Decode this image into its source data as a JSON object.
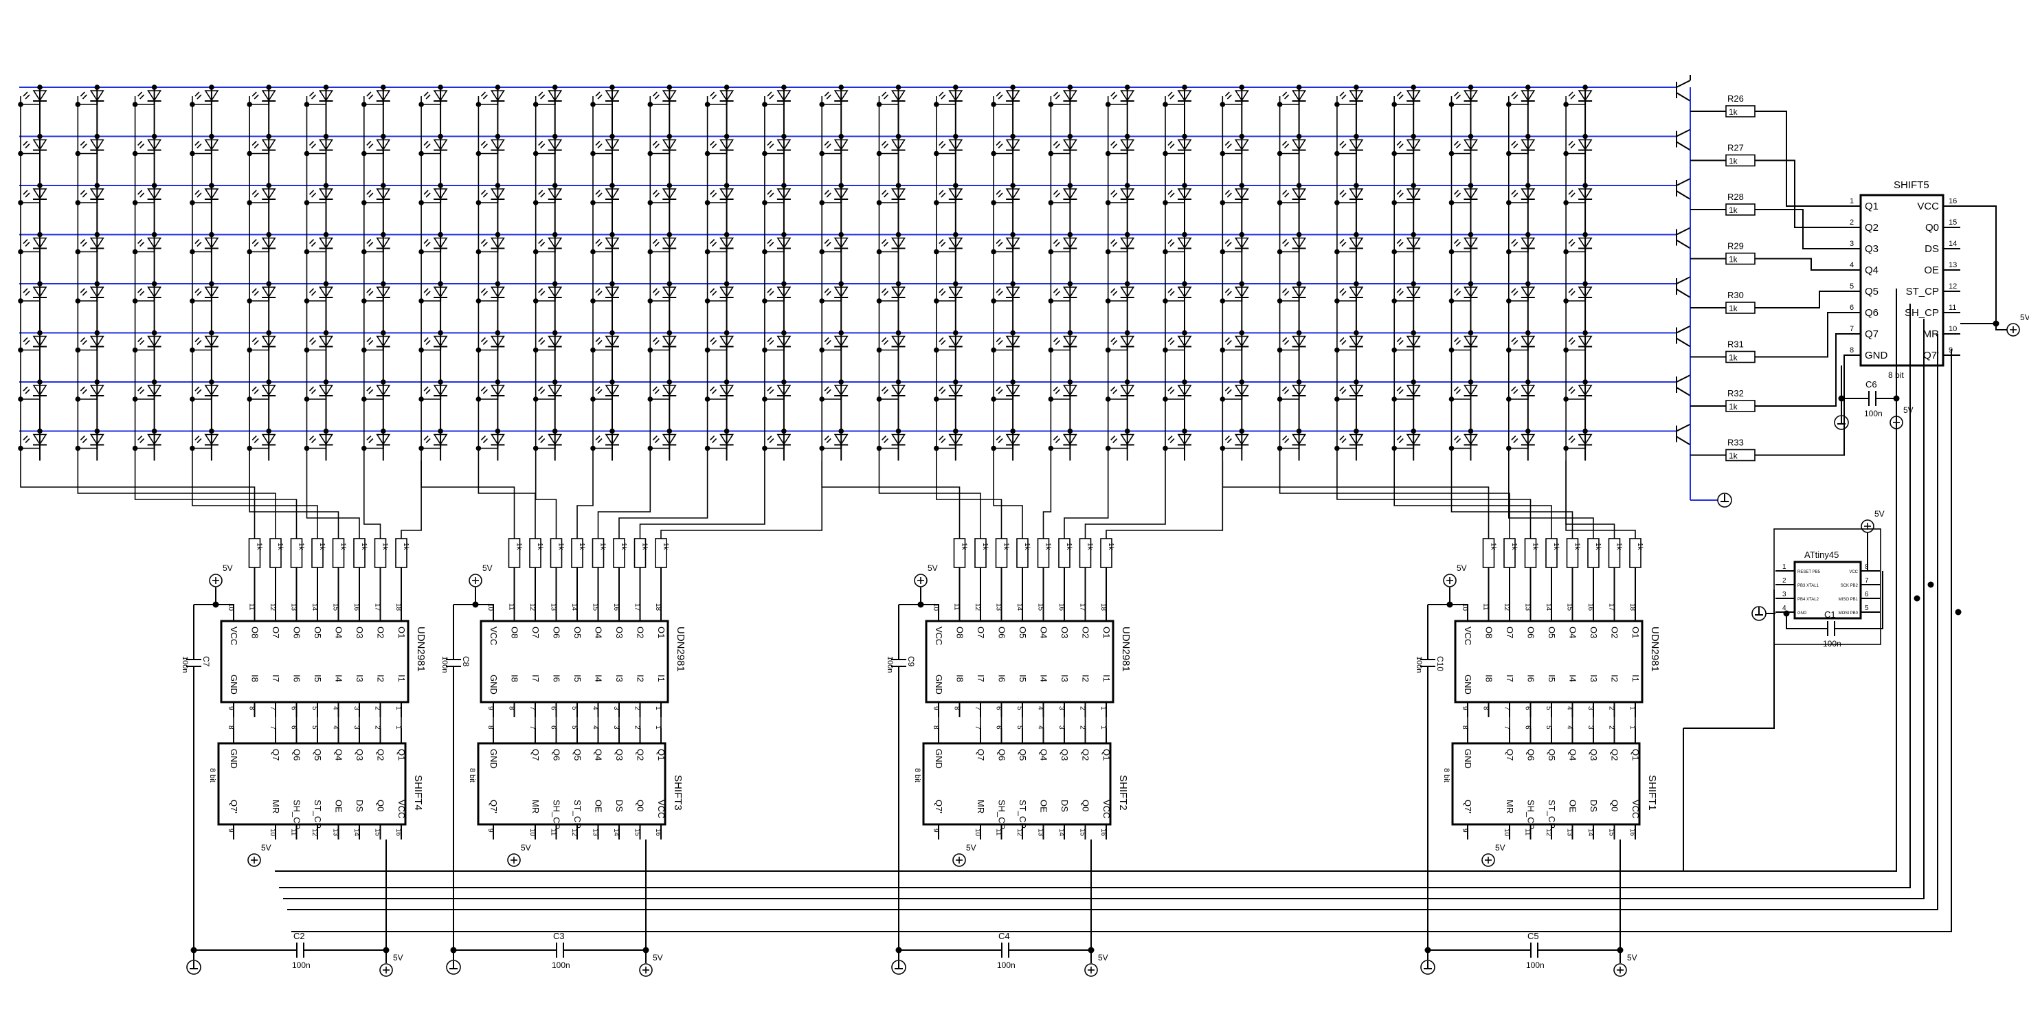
{
  "shift_registers": [
    {
      "name": "SHIFT1",
      "bits": "8 bit"
    },
    {
      "name": "SHIFT2",
      "bits": "8 bit"
    },
    {
      "name": "SHIFT3",
      "bits": "8 bit"
    },
    {
      "name": "SHIFT4",
      "bits": "8 bit"
    },
    {
      "name": "SHIFT5",
      "bits": "8 bit"
    }
  ],
  "shift_pins_left": [
    "Q1",
    "Q2",
    "Q3",
    "Q4",
    "Q5",
    "Q6",
    "Q7",
    "GND"
  ],
  "shift_pins_right": [
    "VCC",
    "Q0",
    "DS",
    "OE",
    "ST_CP",
    "SH_CP",
    "MR",
    "Q7'"
  ],
  "shift_pin_numbers_left": [
    "1",
    "2",
    "3",
    "4",
    "5",
    "6",
    "7",
    "8"
  ],
  "shift_pin_numbers_right": [
    "16",
    "15",
    "14",
    "13",
    "12",
    "11",
    "10",
    "9"
  ],
  "drivers": [
    {
      "name": "UDN2981"
    },
    {
      "name": "UDN2981"
    },
    {
      "name": "UDN2981"
    },
    {
      "name": "UDN2981"
    }
  ],
  "udn_pins_top": [
    "VCC",
    "O8",
    "O7",
    "O6",
    "O5",
    "O4",
    "O3",
    "O2",
    "O1"
  ],
  "udn_pins_bottom": [
    "GND",
    "I8",
    "I7",
    "I6",
    "I5",
    "I4",
    "I3",
    "I2",
    "I1"
  ],
  "udn_numbers_top": [
    "10",
    "11",
    "12",
    "13",
    "14",
    "15",
    "16",
    "17",
    "18"
  ],
  "udn_numbers_bottom": [
    "9",
    "8",
    "7",
    "6",
    "5",
    "4",
    "3",
    "2",
    "1"
  ],
  "row_resistors": [
    {
      "ref": "R26",
      "value": "1k"
    },
    {
      "ref": "R27",
      "value": "1k"
    },
    {
      "ref": "R28",
      "value": "1k"
    },
    {
      "ref": "R29",
      "value": "1k"
    },
    {
      "ref": "R30",
      "value": "1k"
    },
    {
      "ref": "R31",
      "value": "1k"
    },
    {
      "ref": "R32",
      "value": "1k"
    },
    {
      "ref": "R33",
      "value": "1k"
    }
  ],
  "capacitors": [
    {
      "ref": "C1",
      "value": "100n"
    },
    {
      "ref": "C2",
      "value": "100n"
    },
    {
      "ref": "C3",
      "value": "100n"
    },
    {
      "ref": "C4",
      "value": "100n"
    },
    {
      "ref": "C5",
      "value": "100n"
    },
    {
      "ref": "C6",
      "value": "100n"
    },
    {
      "ref": "C7",
      "value": "100n"
    },
    {
      "ref": "C8",
      "value": "100n"
    },
    {
      "ref": "C9",
      "value": "100n"
    },
    {
      "ref": "C10",
      "value": "100n"
    }
  ],
  "mcu": {
    "name": "ATtiny45",
    "pins_left": [
      "RESET PB5",
      "PB3 XTAL1",
      "PB4 XTAL2",
      "GND"
    ],
    "pins_right": [
      "VCC",
      "SCK PB2",
      "MISO PB1",
      "MOSI PB0"
    ],
    "numbers_left": [
      "1",
      "2",
      "3",
      "4"
    ],
    "numbers_right": [
      "8",
      "7",
      "6",
      "5"
    ]
  },
  "supply_label": "5V",
  "column_resistor_value": "1k",
  "led_matrix": {
    "columns": 28,
    "rows": 8
  },
  "colors": {
    "wire": "#000000",
    "row_bus": "#2030e0"
  }
}
